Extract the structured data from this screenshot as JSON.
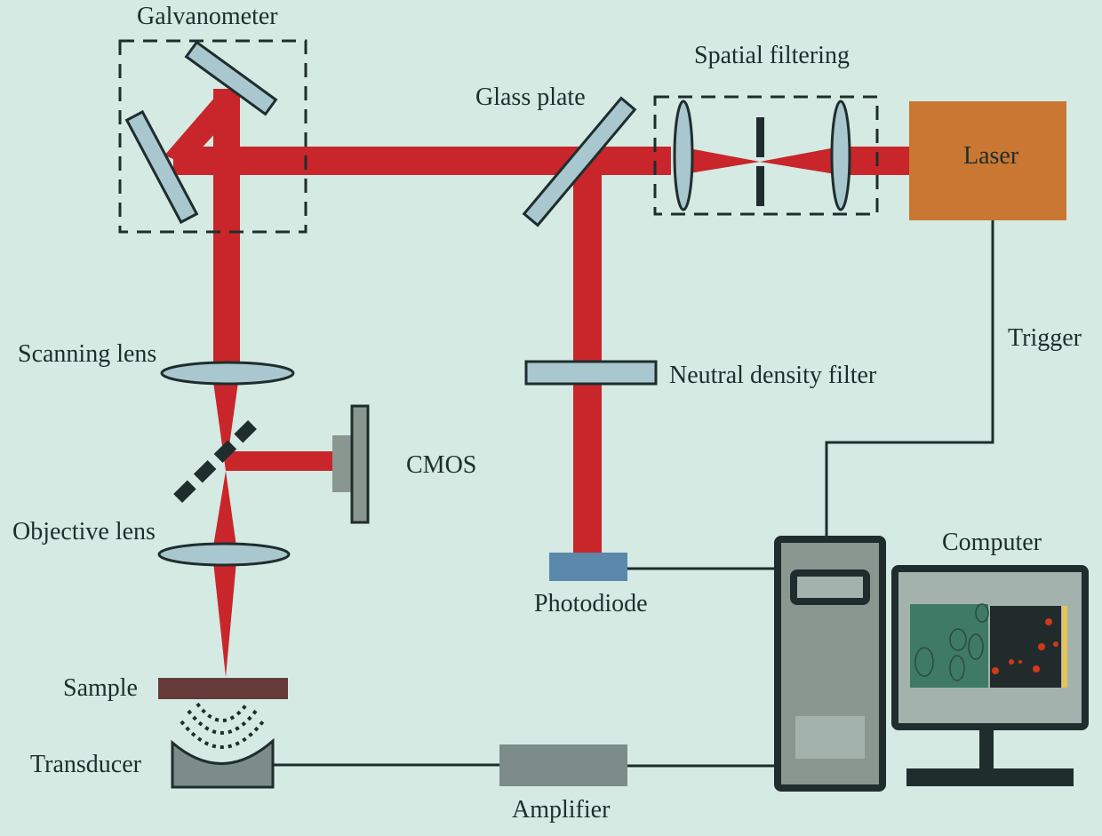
{
  "diagram": {
    "title": "Photoacoustic microscopy setup",
    "colors": {
      "background": "#d4eae3",
      "beam": "#c8262a",
      "optic": "#a9c7cf",
      "outline": "#1f2d2d",
      "laser": "#c97733",
      "sample": "#673a3a",
      "device_gray": "#7d8c88",
      "photodiode": "#5a89ab"
    },
    "labels": {
      "galvanometer": "Galvanometer",
      "spatial_filtering": "Spatial filtering",
      "glass_plate": "Glass plate",
      "laser": "Laser",
      "trigger": "Trigger",
      "scanning_lens": "Scanning lens",
      "neutral_density_filter": "Neutral density filter",
      "cmos": "CMOS",
      "objective_lens": "Objective lens",
      "computer": "Computer",
      "photodiode": "Photodiode",
      "sample": "Sample",
      "transducer": "Transducer",
      "amplifier": "Amplifier"
    }
  }
}
